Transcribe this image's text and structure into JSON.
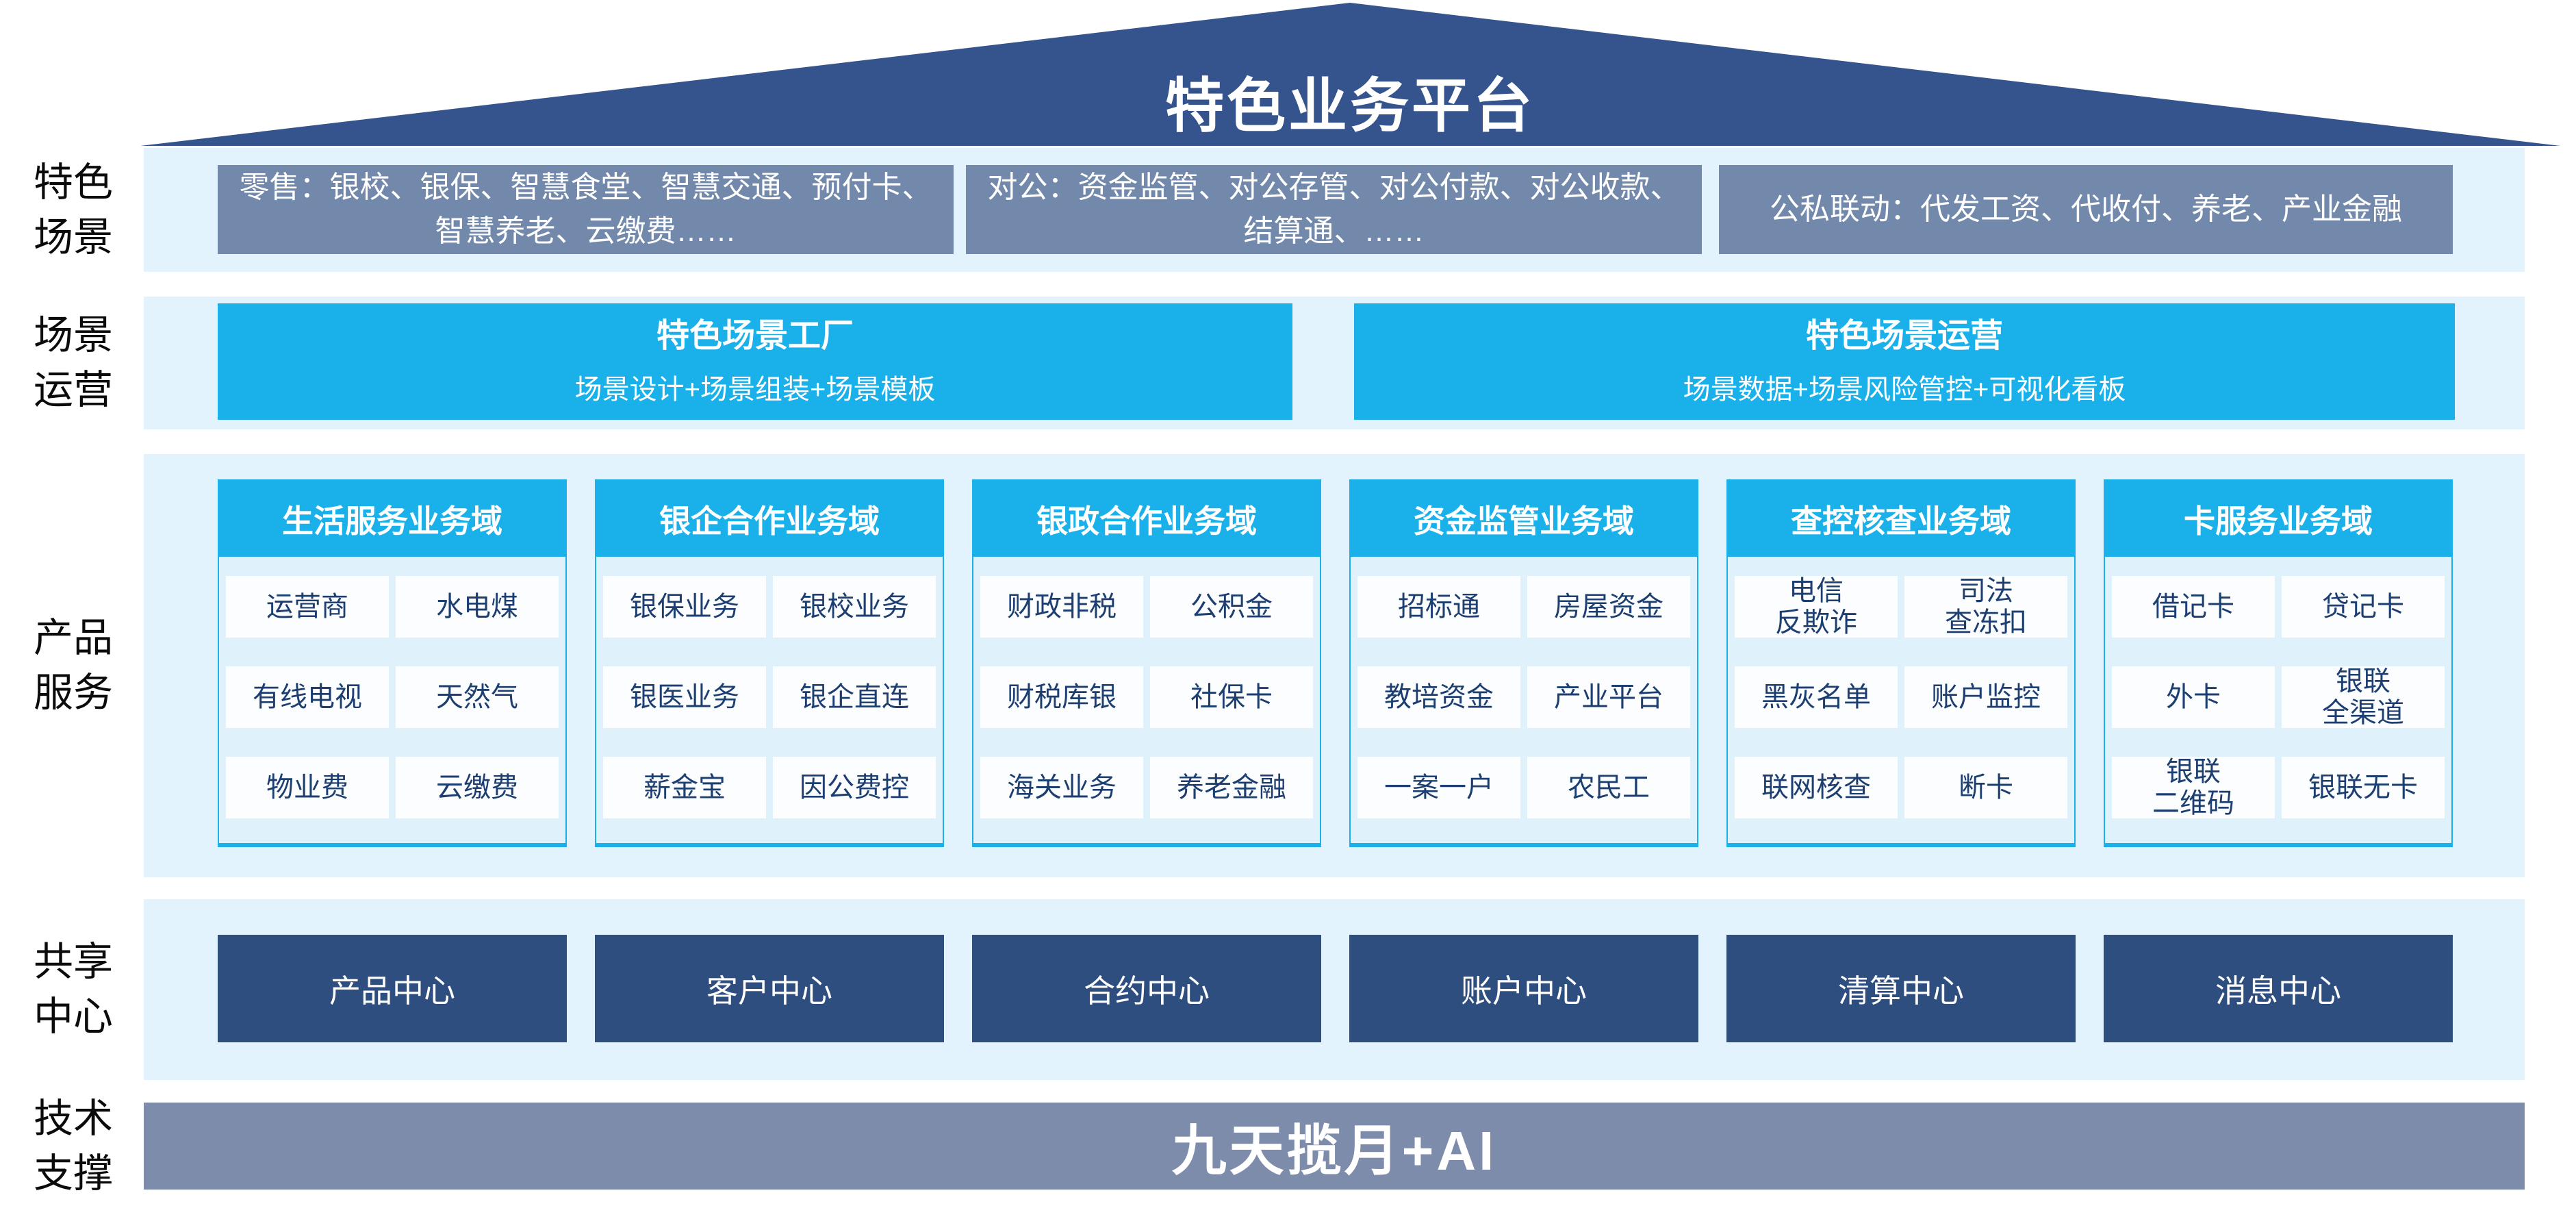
{
  "colors": {
    "roof": "#35538C",
    "cyan": "#1AB1EA",
    "grayBox": "#7289AB",
    "navyBox": "#2F4E80",
    "techBar": "#7D8CAB",
    "band": "#E3F3FD",
    "columnBody": "#DFF2FC",
    "cellText": "#1C3E70"
  },
  "roof": {
    "title": "特色业务平台"
  },
  "side_labels": [
    "特色\n场景",
    "场景\n运营",
    "产品\n服务",
    "共享\n中心",
    "技术\n支撑"
  ],
  "scene_row": {
    "boxes": [
      "零售：银校、银保、智慧食堂、智慧交通、预付卡、智慧养老、云缴费……",
      "对公：资金监管、对公存管、对公付款、对公收款、结算通、……",
      "公私联动：代发工资、代收付、养老、产业金融"
    ]
  },
  "operation_row": {
    "boxes": [
      {
        "title": "特色场景工厂",
        "subtitle": "场景设计+场景组装+场景模板"
      },
      {
        "title": "特色场景运营",
        "subtitle": "场景数据+场景风险管控+可视化看板"
      }
    ]
  },
  "product_row": {
    "columns": [
      {
        "header": "生活服务业务域",
        "items": [
          "运营商",
          "水电煤",
          "有线电视",
          "天然气",
          "物业费",
          "云缴费"
        ]
      },
      {
        "header": "银企合作业务域",
        "items": [
          "银保业务",
          "银校业务",
          "银医业务",
          "银企直连",
          "薪金宝",
          "因公费控"
        ]
      },
      {
        "header": "银政合作业务域",
        "items": [
          "财政非税",
          "公积金",
          "财税库银",
          "社保卡",
          "海关业务",
          "养老金融"
        ]
      },
      {
        "header": "资金监管业务域",
        "items": [
          "招标通",
          "房屋资金",
          "教培资金",
          "产业平台",
          "一案一户",
          "农民工"
        ]
      },
      {
        "header": "查控核查业务域",
        "items": [
          "电信\n反欺诈",
          "司法\n查冻扣",
          "黑灰名单",
          "账户监控",
          "联网核查",
          "断卡"
        ]
      },
      {
        "header": "卡服务业务域",
        "items": [
          "借记卡",
          "贷记卡",
          "外卡",
          "银联\n全渠道",
          "银联\n二维码",
          "银联无卡"
        ]
      }
    ]
  },
  "share_row": {
    "centers": [
      "产品中心",
      "客户中心",
      "合约中心",
      "账户中心",
      "清算中心",
      "消息中心"
    ]
  },
  "tech_row": {
    "text": "九天揽月+AI"
  }
}
